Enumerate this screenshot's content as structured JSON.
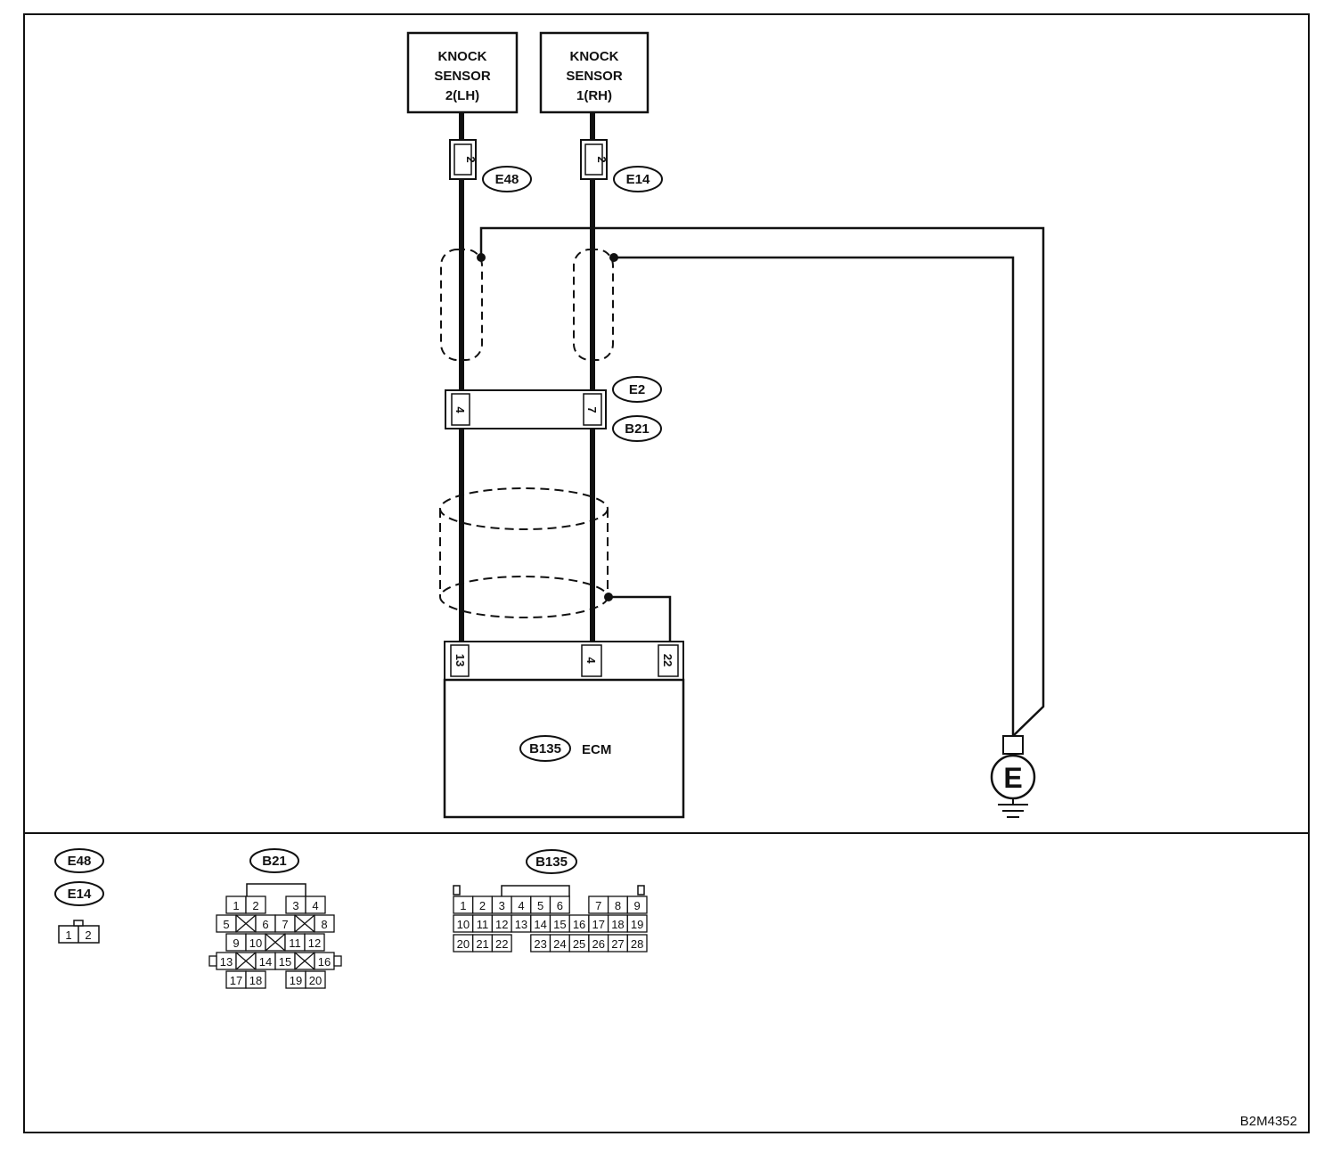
{
  "sensors": {
    "left": {
      "line1": "KNOCK",
      "line2": "SENSOR",
      "line3": "2(LH)"
    },
    "right": {
      "line1": "KNOCK",
      "line2": "SENSOR",
      "line3": "1(RH)"
    }
  },
  "connectors": {
    "e48": "E48",
    "e14": "E14",
    "e2": "E2",
    "b21": "B21",
    "b135": "B135"
  },
  "pins": {
    "e48_pin": "2",
    "e14_pin": "2",
    "e2_left": "4",
    "e2_right": "7",
    "ecm_13": "13",
    "ecm_4": "4",
    "ecm_22": "22"
  },
  "ecm_label": "ECM",
  "ground_label": "E",
  "legend": {
    "e48": "E48",
    "e14": "E14",
    "b21": "B21",
    "b135": "B135",
    "e14_pins": [
      "1",
      "2"
    ],
    "b21_rows": [
      [
        "1",
        "2",
        "3",
        "4"
      ],
      [
        "5",
        "6",
        "7",
        "8"
      ],
      [
        "9",
        "10",
        "11",
        "12"
      ],
      [
        "13",
        "14",
        "15",
        "16"
      ],
      [
        "17",
        "18",
        "19",
        "20"
      ]
    ],
    "b135_rows": [
      [
        "1",
        "2",
        "3",
        "4",
        "5",
        "6",
        "7",
        "8",
        "9"
      ],
      [
        "10",
        "11",
        "12",
        "13",
        "14",
        "15",
        "16",
        "17",
        "18",
        "19"
      ],
      [
        "20",
        "21",
        "22",
        "23",
        "24",
        "25",
        "26",
        "27",
        "28"
      ]
    ]
  },
  "figure_code": "B2M4352"
}
